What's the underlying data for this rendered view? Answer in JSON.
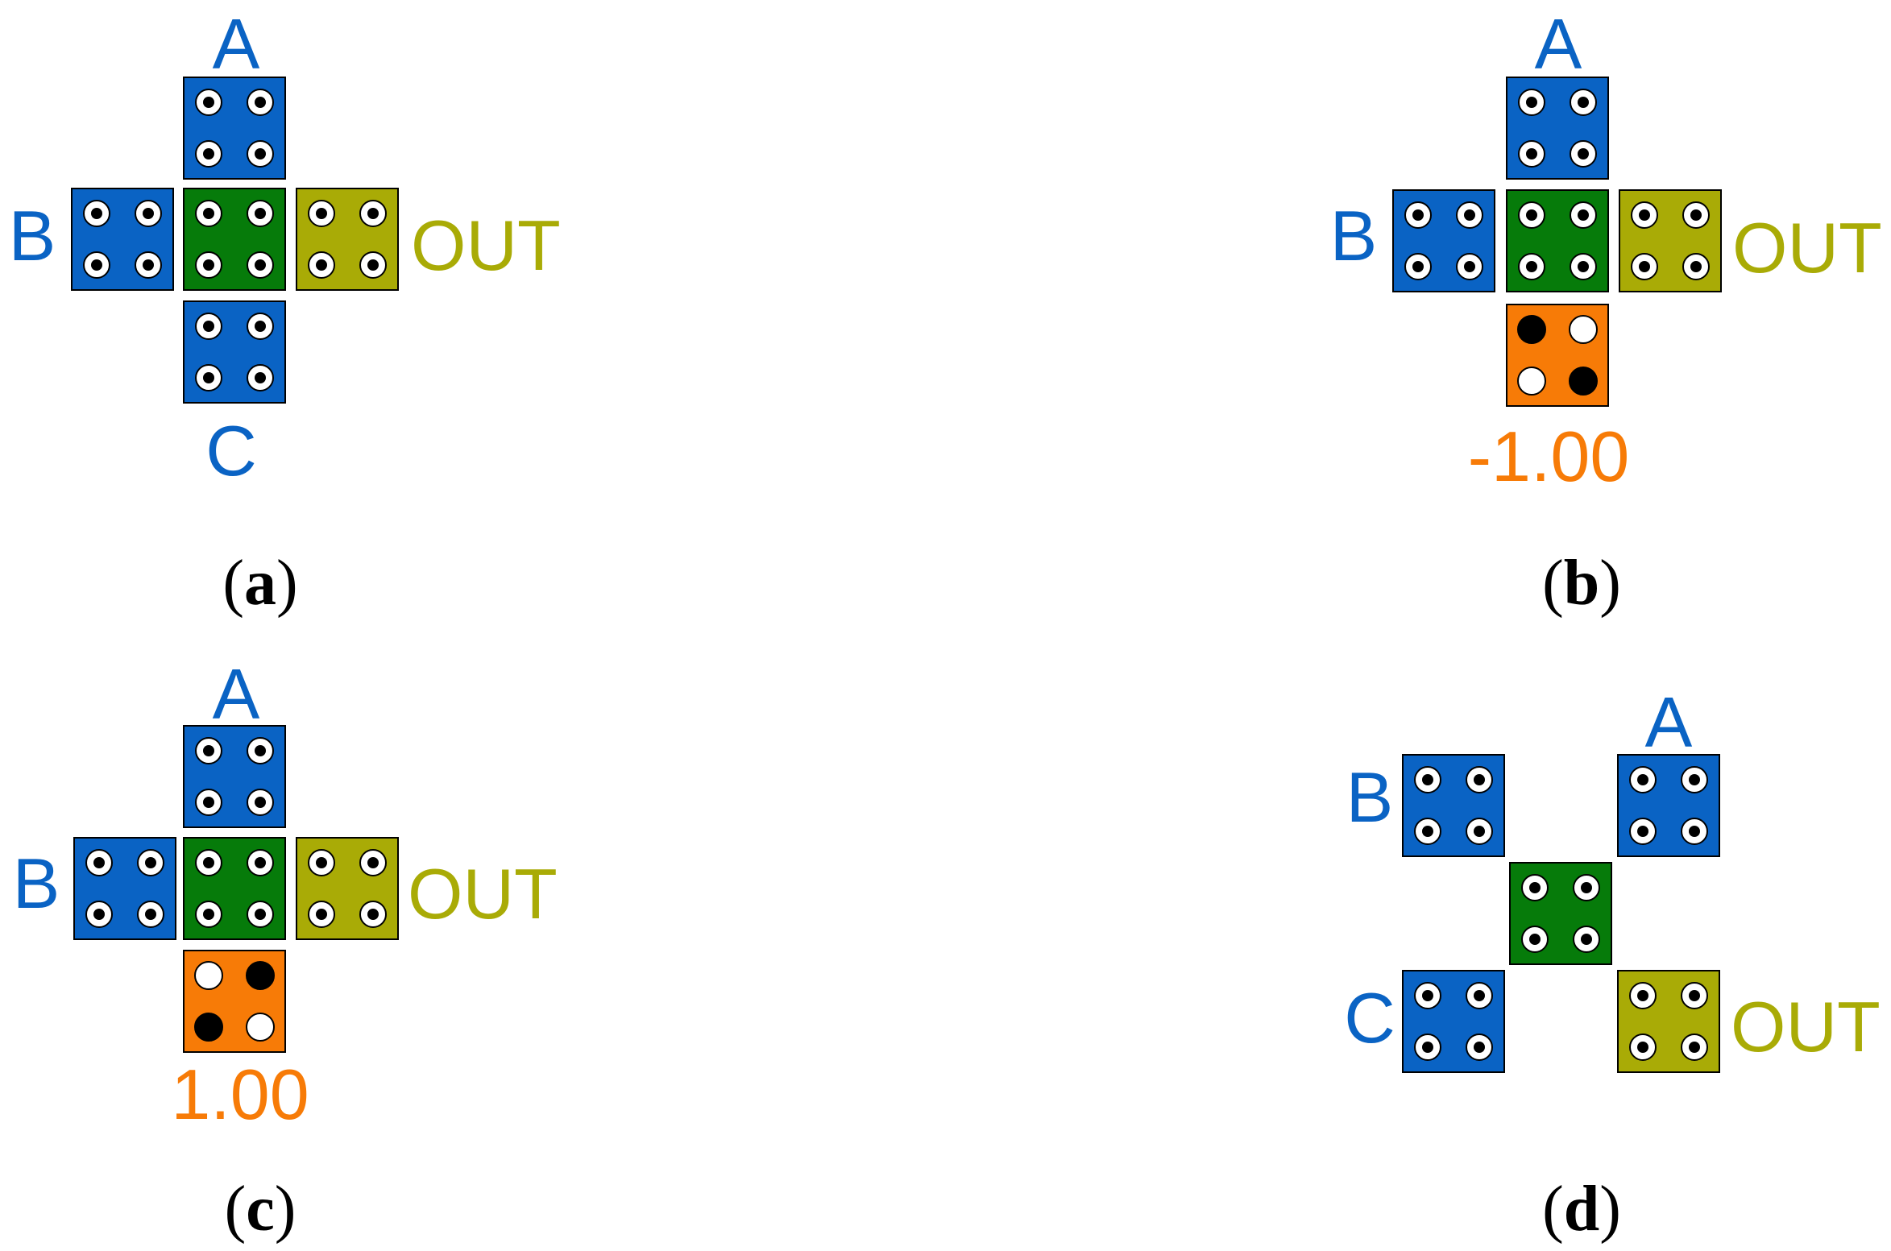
{
  "colors": {
    "input": "#0a63c4",
    "center": "#067b0a",
    "output": "#a9ab06",
    "constant": "#f77b07",
    "input_label": "#0a63c4",
    "output_label": "#a9ab06",
    "constant_label": "#f77b07",
    "tile_border": "#000000",
    "hole_fill": "#ffffff",
    "hole_dot": "#000000"
  },
  "panels": [
    {
      "id": "a",
      "caption": {
        "open": "(",
        "letter": "a",
        "close": ")"
      },
      "labels": {
        "A": "A",
        "B": "B",
        "C": "C",
        "OUT": "OUT"
      }
    },
    {
      "id": "b",
      "caption": {
        "open": "(",
        "letter": "b",
        "close": ")"
      },
      "labels": {
        "A": "A",
        "B": "B",
        "OUT": "OUT",
        "value": "-1.00"
      },
      "constant_pattern": [
        "black",
        "white",
        "white",
        "black"
      ]
    },
    {
      "id": "c",
      "caption": {
        "open": "(",
        "letter": "c",
        "close": ")"
      },
      "labels": {
        "A": "A",
        "B": "B",
        "OUT": "OUT",
        "value": "1.00"
      },
      "constant_pattern": [
        "white",
        "black",
        "black",
        "white"
      ]
    },
    {
      "id": "d",
      "caption": {
        "open": "(",
        "letter": "d",
        "close": ")"
      },
      "labels": {
        "A": "A",
        "B": "B",
        "C": "C",
        "OUT": "OUT"
      }
    }
  ]
}
